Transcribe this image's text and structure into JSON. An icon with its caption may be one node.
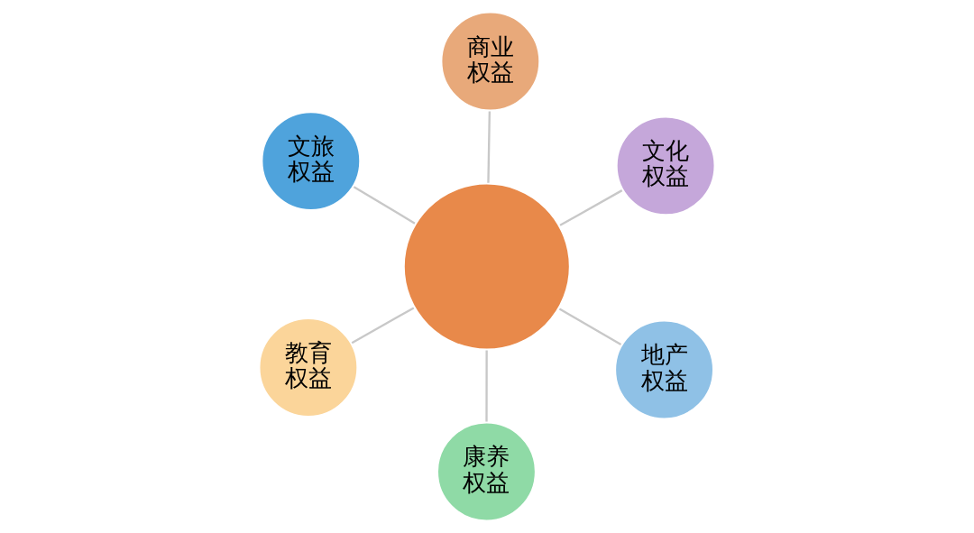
{
  "diagram": {
    "nodes": [
      {
        "text": [],
        "shape": "circle"
      },
      {
        "text": [
          "地产权益"
        ]
      },
      {
        "text": [
          "康养权益"
        ]
      },
      {
        "text": [
          "文旅权益"
        ]
      },
      {
        "text": [
          "文化权益"
        ]
      },
      {
        "text": [
          "商业权益"
        ]
      },
      {
        "text": [
          "教育权益"
        ]
      }
    ],
    "edges": [
      {
        "from": 0,
        "to": 1,
        "arrow": "none"
      },
      {
        "from": 0,
        "to": 2,
        "arrow": "none"
      },
      {
        "from": 0,
        "to": 3,
        "arrow": "none"
      },
      {
        "from": 0,
        "to": 4,
        "arrow": "none"
      },
      {
        "from": 0,
        "to": 5,
        "arrow": "none"
      },
      {
        "from": 0,
        "to": 6,
        "arrow": "none"
      }
    ]
  }
}
